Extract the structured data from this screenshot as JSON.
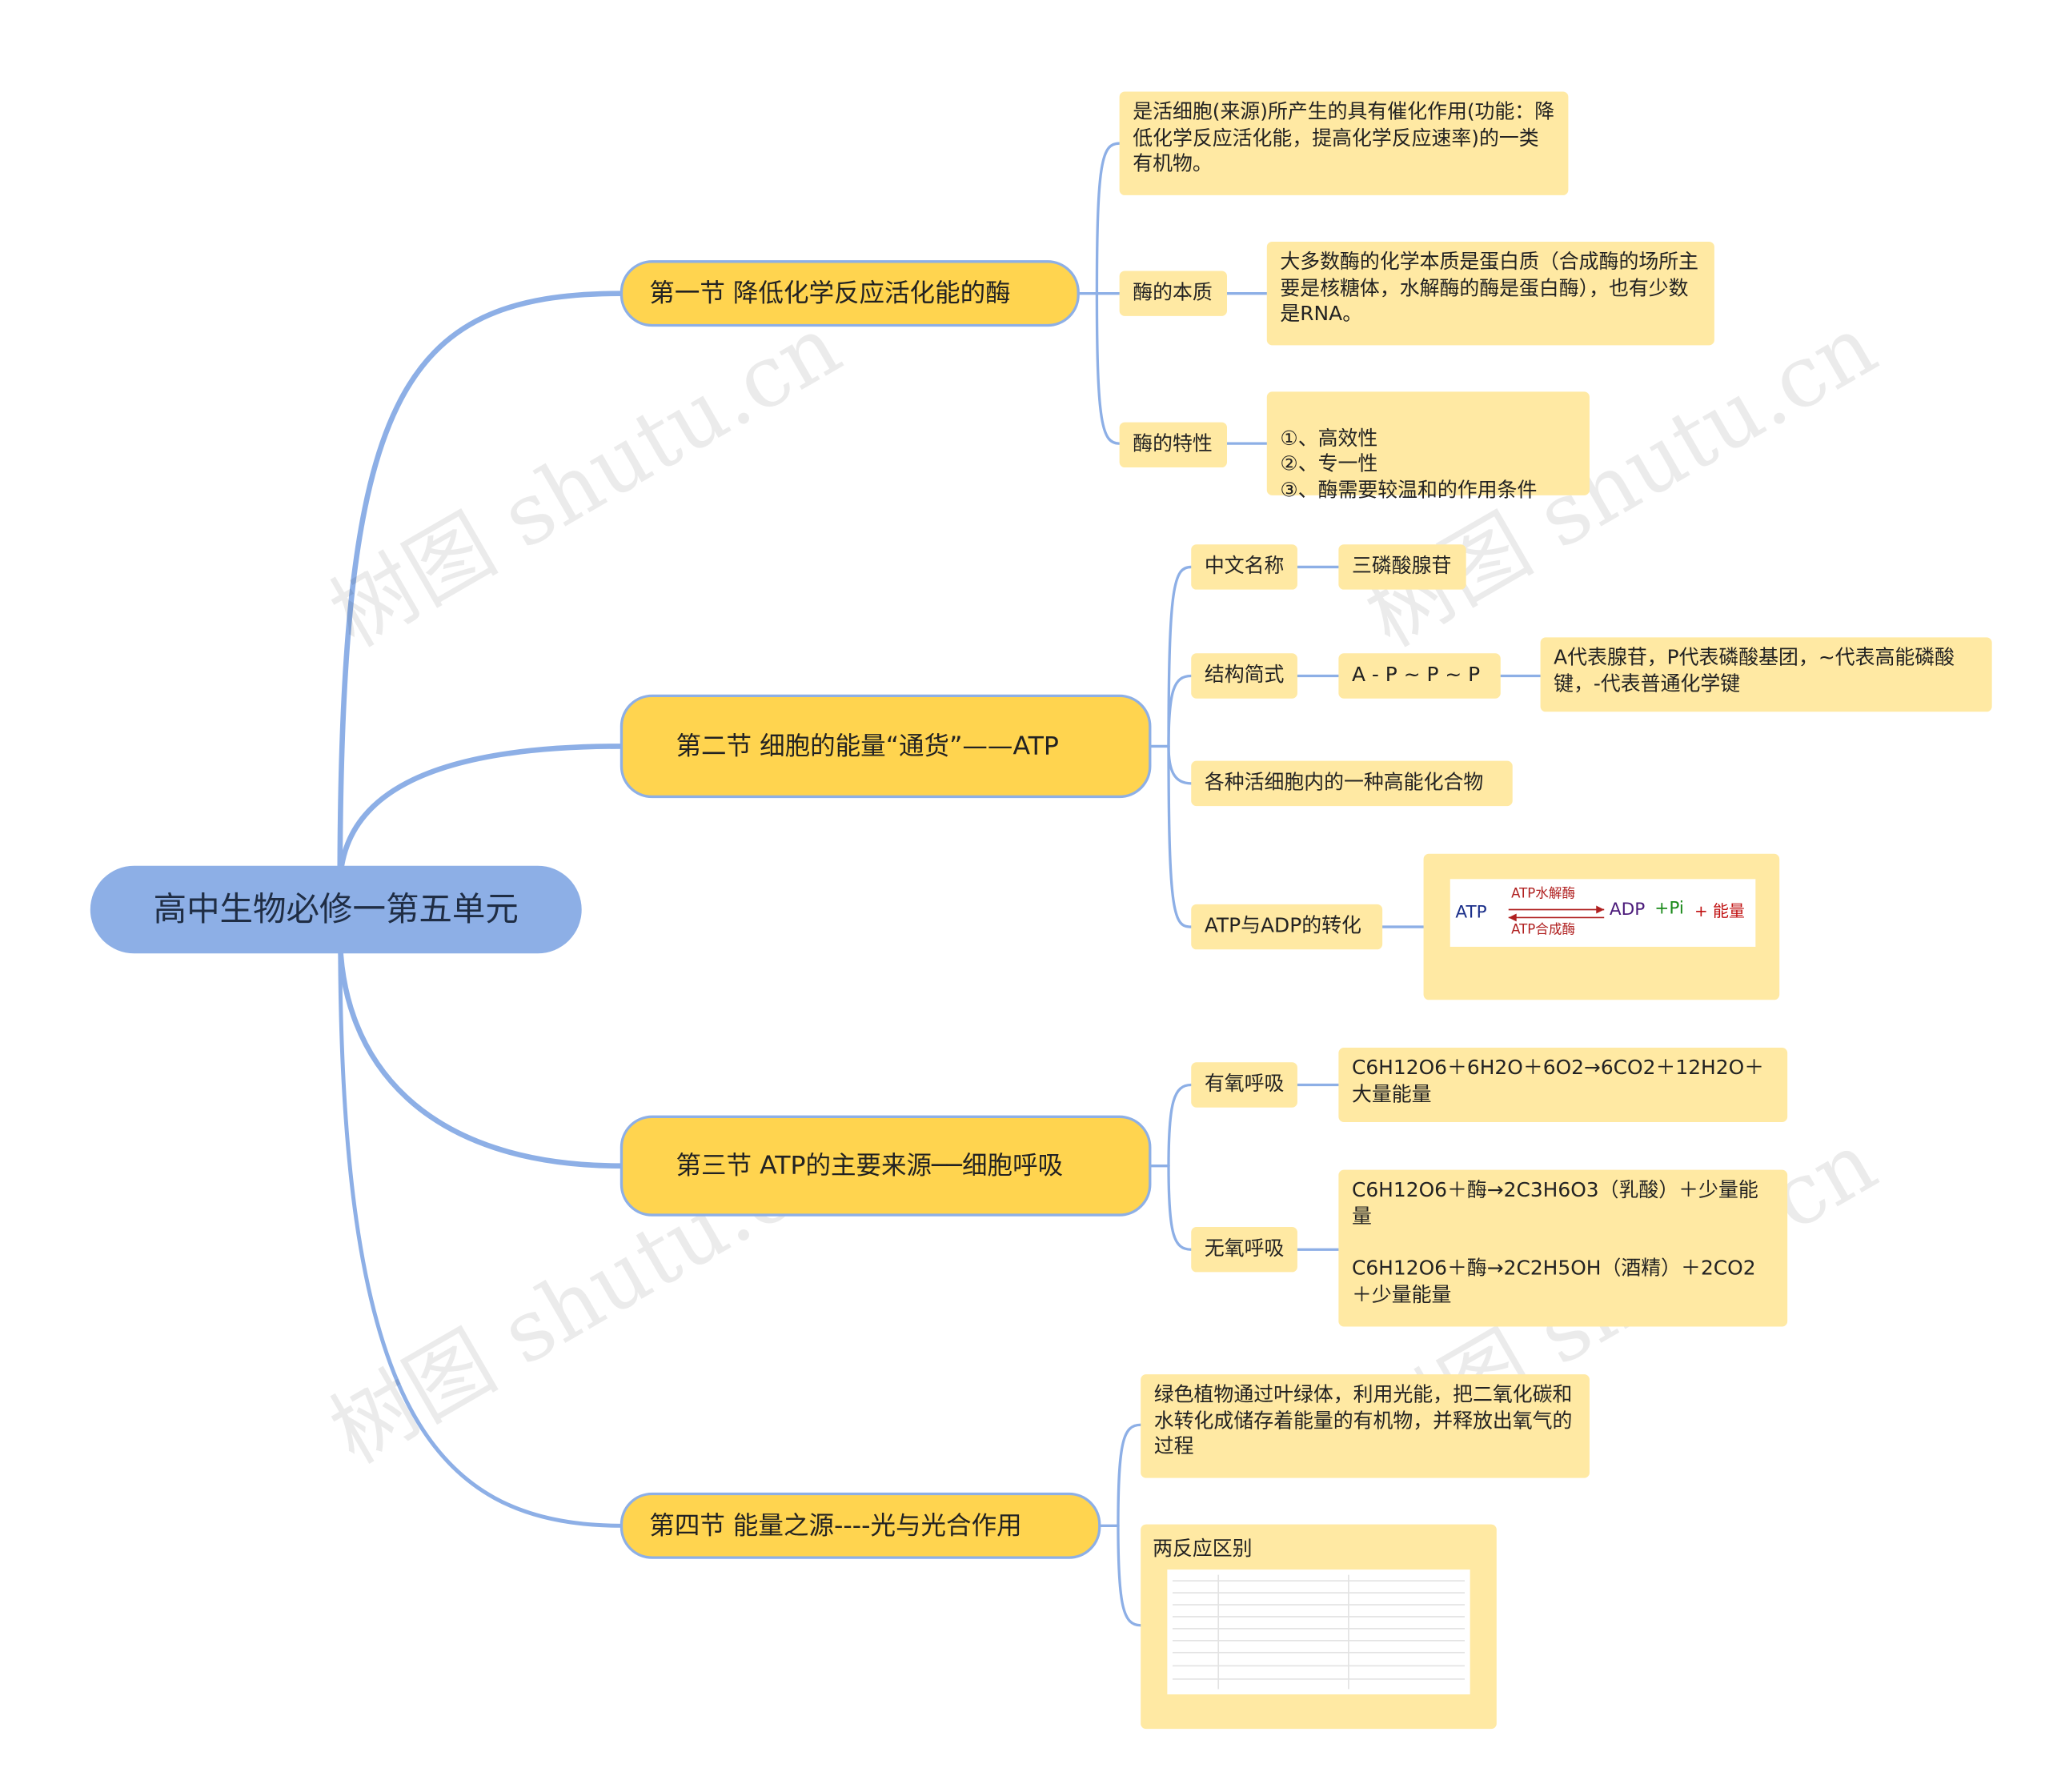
{
  "root": {
    "label": "高中生物必修一第五单元"
  },
  "sections": [
    {
      "label": "第一节 降低化学反应活化能的酶"
    },
    {
      "label": "第二节 细胞的能量“通货”——ATP"
    },
    {
      "label": "第三节 ATP的主要来源──细胞呼吸"
    },
    {
      "label": "第四节 能量之源----光与光合作用"
    }
  ],
  "s1": {
    "definition": "是活细胞(来源)所产生的具有催化作用(功能：降低化学反应活化能，提高化学反应速率)的一类有机物。",
    "essence_label": "酶的本质",
    "essence_text": "大多数酶的化学本质是蛋白质（合成酶的场所主要是核糖体，水解酶的酶是蛋白酶），也有少数是RNA。",
    "traits_label": "酶的特性",
    "traits_text": "①、高效性\n②、专一性\n③、酶需要较温和的作用条件"
  },
  "s2": {
    "name_label": "中文名称",
    "name_value": "三磷酸腺苷",
    "formula_label": "结构简式",
    "formula_value": "A - P ~ P ~ P",
    "formula_note": "A代表腺苷，P代表磷酸基团，~代表高能磷酸键，-代表普通化学键",
    "compound": "各种活细胞内的一种高能化合物",
    "convert_label": "ATP与ADP的转化",
    "convert_img": {
      "atp": "ATP",
      "enzyme_top": "ATP水解酶",
      "enzyme_bottom": "ATP合成酶",
      "adp": "ADP",
      "pi": "+Pi",
      "energy": "+ 能量"
    }
  },
  "s3": {
    "aerobic_label": "有氧呼吸",
    "aerobic_text": "C6H12O6＋6H2O＋6O2→6CO2＋12H2O＋大量能量",
    "anaerobic_label": "无氧呼吸",
    "anaerobic_text1": "C6H12O6＋酶→2C3H6O3（乳酸）＋少量能量",
    "anaerobic_text2": "C6H12O6＋酶→2C2H5OH（酒精）＋2CO2＋少量能量"
  },
  "s4": {
    "definition": "绿色植物通过叶绿体，利用光能，把二氧化碳和水转化成储存着能量的有机物，并释放出氧气的过程",
    "diff_label": "两反应区别"
  },
  "colors": {
    "root": "#8DAFE6",
    "section": "#FFD44F",
    "leaf": "#FFE9A3",
    "link": "#8DAFE6"
  },
  "watermark": "树图 shutu.cn"
}
